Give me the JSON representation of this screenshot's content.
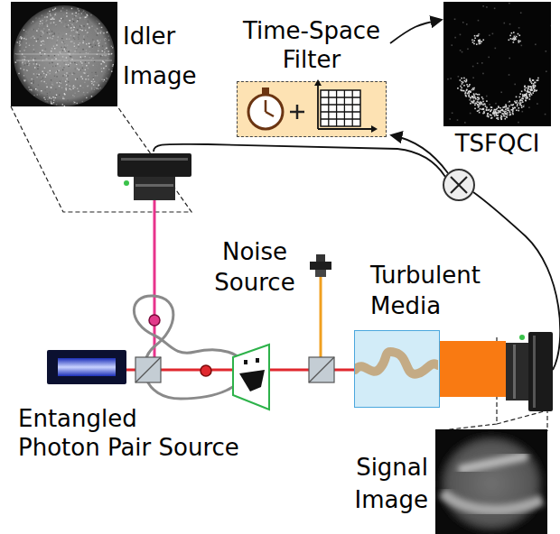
{
  "diagram": {
    "nodes": [
      {
        "text": [
          "Idler Image"
        ]
      },
      {
        "text": [
          "Time-Space Filter"
        ]
      },
      {
        "text": [
          "TSFQCI"
        ]
      },
      {
        "text": [
          "Turbulent Media"
        ]
      },
      {
        "text": [
          "Signal Image"
        ]
      }
    ],
    "edges": [
      {
        "from": 1,
        "to": 2,
        "arrow": "to"
      }
    ],
    "labels": [
      "Noise Source",
      "Entangled Photon Pair Source"
    ]
  }
}
